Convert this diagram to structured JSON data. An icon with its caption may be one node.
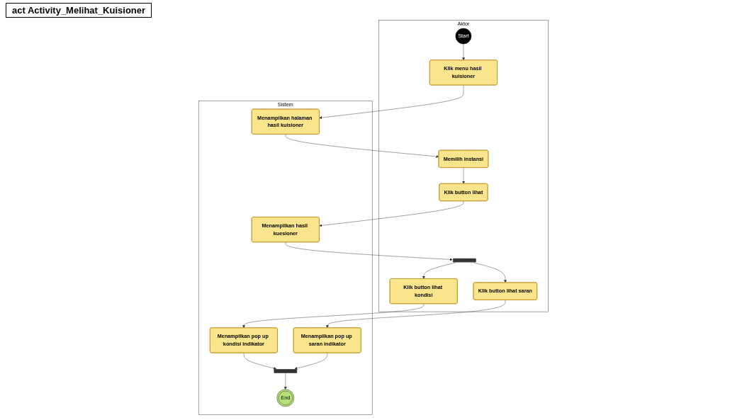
{
  "diagram": {
    "title": "act Activity_Melihat_Kuisioner",
    "nodes": [
      {
        "text": [
          "Aktor"
        ]
      },
      {
        "text": [
          "Sistem"
        ]
      },
      {
        "text": [
          "Start"
        ],
        "in": 0
      },
      {
        "text": [
          "Klik menu hasil kuisioner"
        ],
        "in": 0
      },
      {
        "text": [
          "Menampilkan halaman hasil kuisioner"
        ],
        "in": 1
      },
      {
        "text": [
          "Memilih instansi"
        ],
        "in": 0
      },
      {
        "text": [
          "Klik button lihat"
        ],
        "in": 0
      },
      {
        "text": [
          "Menampilkan hasil kuesioner"
        ],
        "in": 1
      },
      {
        "text": [],
        "shape": "bar",
        "in": 0
      },
      {
        "text": [
          "Klik button lihat kondisi"
        ],
        "in": 0
      },
      {
        "text": [
          "Klik button lihat saran"
        ],
        "in": 0
      },
      {
        "text": [
          "Menampilkan pop up kondisi indikator"
        ],
        "in": 1
      },
      {
        "text": [
          "Menampilkan pop up saran indikator"
        ],
        "in": 1
      },
      {
        "text": [],
        "shape": "bar",
        "in": 1
      },
      {
        "text": [
          "End"
        ],
        "in": 1
      }
    ],
    "edges": [
      {
        "from": 2,
        "to": 3,
        "arrow": "to"
      },
      {
        "from": 3,
        "to": 4,
        "arrow": "to"
      },
      {
        "from": 4,
        "to": 5,
        "arrow": "to"
      },
      {
        "from": 5,
        "to": 6,
        "arrow": "to"
      },
      {
        "from": 6,
        "to": 7,
        "arrow": "to"
      },
      {
        "from": 7,
        "to": 8,
        "arrow": "to"
      },
      {
        "from": 8,
        "to": 9,
        "arrow": "to"
      },
      {
        "from": 8,
        "to": 10,
        "arrow": "to"
      },
      {
        "from": 9,
        "to": 11,
        "arrow": "to"
      },
      {
        "from": 10,
        "to": 12,
        "arrow": "to"
      },
      {
        "from": 11,
        "to": 13,
        "arrow": "to"
      },
      {
        "from": 12,
        "to": 13,
        "arrow": "to"
      },
      {
        "from": 13,
        "to": 14,
        "arrow": "to"
      }
    ]
  }
}
